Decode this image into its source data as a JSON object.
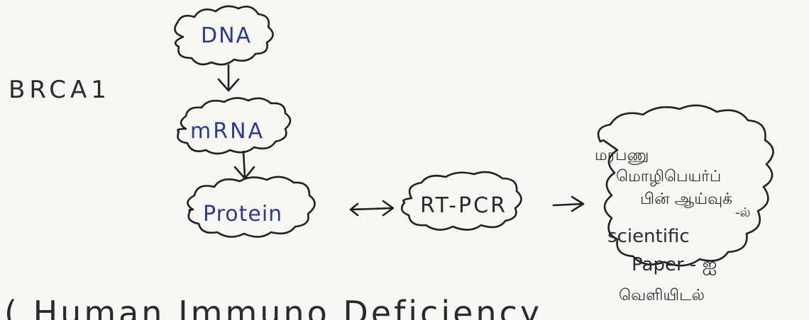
{
  "side_label": "BRCA1",
  "nodes": {
    "dna": "DNA",
    "mrna": "mRNA",
    "protein": "Protein",
    "rtpcr": "RT-PCR"
  },
  "note": {
    "lines": [
      "மரபணு",
      "மொழிபெயர்ப்",
      "பின் ஆய்வுக்",
      "-ல்",
      "scientific",
      "Paper - ஐ",
      "வெளியிடல்"
    ]
  },
  "footer_text": "( Human Immuno Deficiency",
  "colors": {
    "ink": "#1f2024",
    "blue_text": "#2b3a8c",
    "paper": "#f7f6f3"
  }
}
